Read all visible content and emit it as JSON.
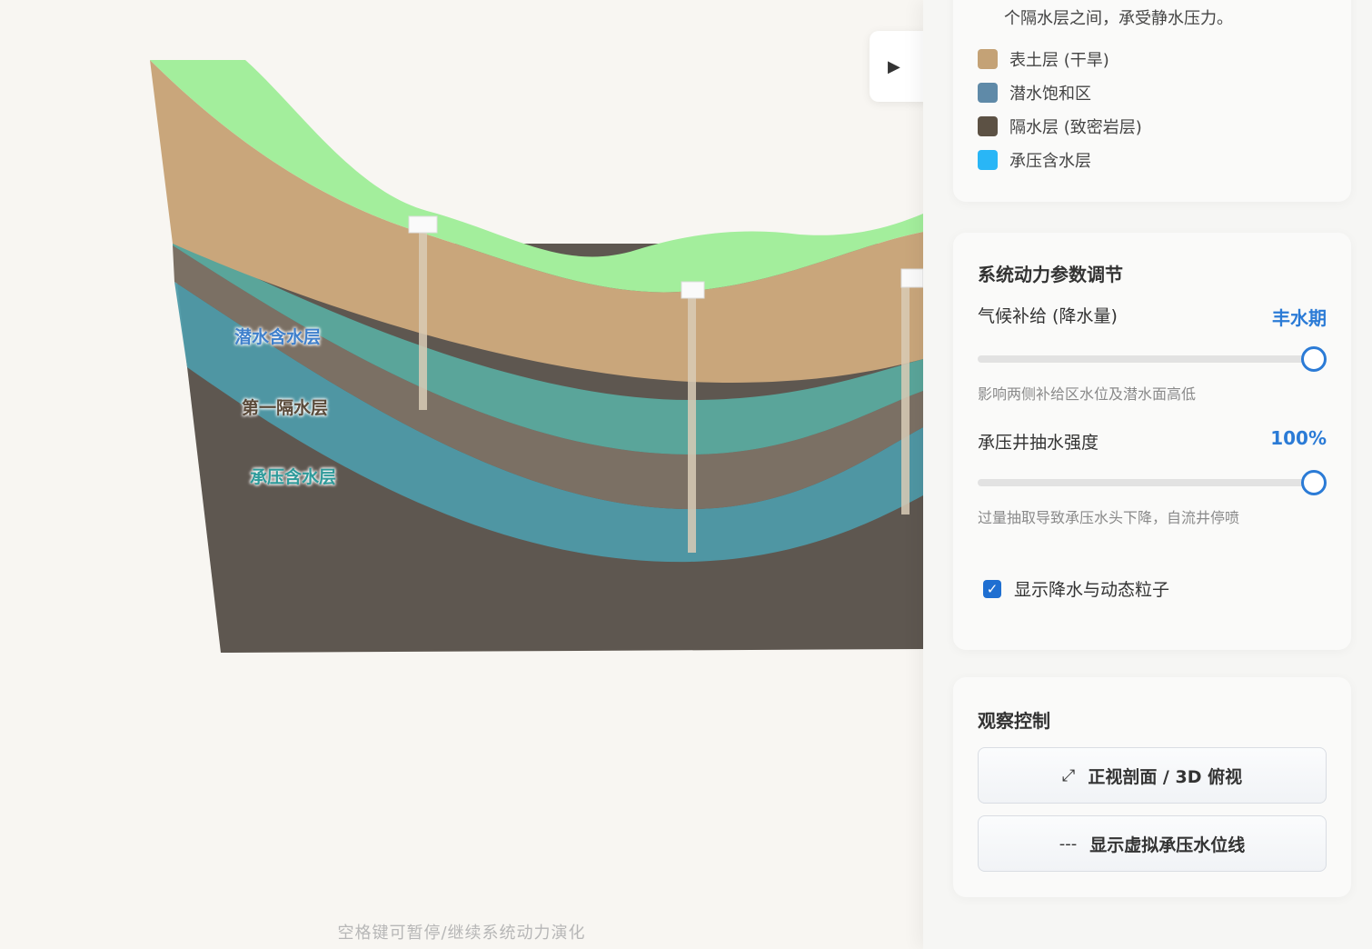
{
  "scene": {
    "layer_labels": {
      "phreatic": "潜水含水层",
      "aquitard": "第一隔水层",
      "confined": "承压含水层"
    },
    "colors": {
      "grass": "#a3ee9c",
      "soil": "#c9a67b",
      "phreatic": "#5aa59a",
      "aquitard": "#756a5e",
      "confined": "#4e9aa8",
      "bedrock": "#5e5750"
    }
  },
  "controls": {
    "play_icon": "▶",
    "hint": "空格键可暂停/继续系统动力演化"
  },
  "legend": {
    "note": "个隔水层之间，承受静水压力。",
    "items": [
      {
        "label": "表土层 (干旱)",
        "color": "#c4a276"
      },
      {
        "label": "潜水饱和区",
        "color": "#5f8aa8"
      },
      {
        "label": "隔水层 (致密岩层)",
        "color": "#5c5144"
      },
      {
        "label": "承压含水层",
        "color": "#29b6f6"
      }
    ]
  },
  "params": {
    "title": "系统动力参数调节",
    "climate": {
      "label": "气候补给 (降水量)",
      "value": "丰水期",
      "level": 1.0,
      "desc": "影响两侧补给区水位及潜水面高低"
    },
    "pumping": {
      "label": "承压井抽水强度",
      "value": "100%",
      "level": 1.0,
      "desc": "过量抽取导致承压水头下降，自流井停喷"
    },
    "particles": {
      "label": "显示降水与动态粒子",
      "checked": true
    }
  },
  "observe": {
    "title": "观察控制",
    "view_button": {
      "icon": "⤢",
      "label": "正视剖面 / 3D 俯视"
    },
    "headline_button": {
      "icon": "---",
      "label": "显示虚拟承压水位线"
    }
  }
}
